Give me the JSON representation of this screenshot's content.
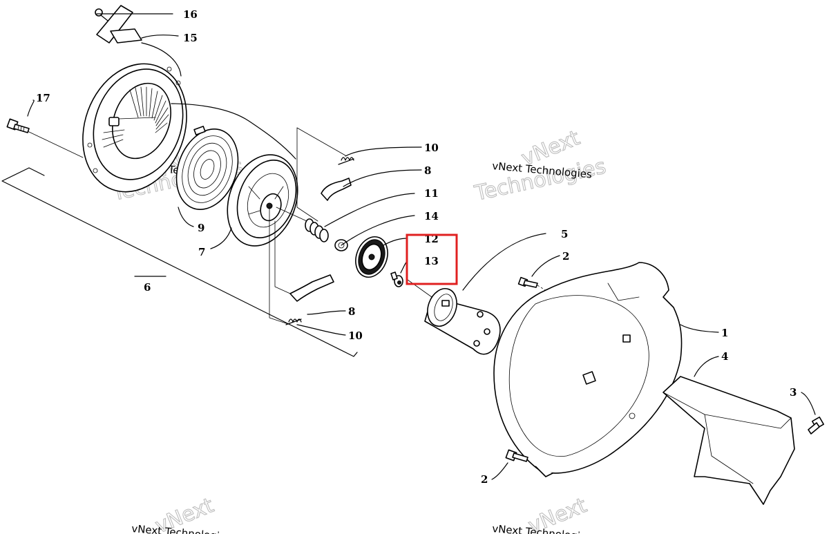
{
  "callouts": {
    "c1": "1",
    "c2a": "2",
    "c2b": "2",
    "c3": "3",
    "c4": "4",
    "c5": "5",
    "c6": "6",
    "c7": "7",
    "c8a": "8",
    "c8b": "8",
    "c9": "9",
    "c10a": "10",
    "c10b": "10",
    "c11": "11",
    "c12": "12",
    "c13": "13",
    "c14": "14",
    "c15": "15",
    "c16": "16",
    "c17": "17"
  },
  "watermarks": {
    "name": "vNext Technologies",
    "brand_top": "vNext",
    "brand_bottom": "Technologies"
  },
  "highlight": {
    "color": "#e02020",
    "target": "13"
  }
}
